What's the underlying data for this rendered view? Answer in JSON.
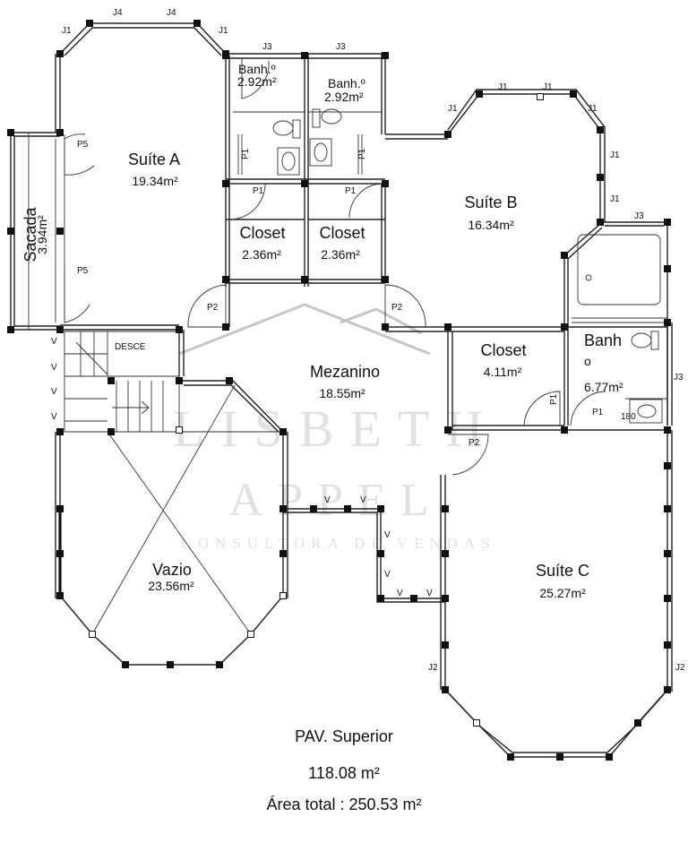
{
  "rooms": {
    "suite_a": {
      "name": "Suíte A",
      "area": "19.34m²"
    },
    "banho_1": {
      "name": "Banh.º",
      "area": "2.92m²"
    },
    "banho_2": {
      "name": "Banh.º",
      "area": "2.92m²"
    },
    "closet_1": {
      "name": "Closet",
      "area": "2.36m²"
    },
    "closet_2": {
      "name": "Closet",
      "area": "2.36m²"
    },
    "suite_b": {
      "name": "Suíte B",
      "area": "16.34m²"
    },
    "sacada": {
      "name": "Sacada",
      "area": "3.94m²"
    },
    "mezanino": {
      "name": "Mezanino",
      "area": "18.55m²"
    },
    "closet_b": {
      "name": "Closet",
      "area": "4.11m²"
    },
    "banho_b": {
      "name": "Banh",
      "suffix": "o",
      "area": "6.77m²"
    },
    "vazio": {
      "name": "Vazio",
      "area": "23.56m²"
    },
    "suite_c": {
      "name": "Suíte C",
      "area": "25.27m²"
    }
  },
  "labels": {
    "j1": "J1",
    "j2": "J2",
    "j3": "J3",
    "j4": "J4",
    "p1": "P1",
    "p2": "P2",
    "p5": "P5",
    "v": "V",
    "desce": "DESCE",
    "tub": "180"
  },
  "watermark": {
    "line1": "LISBETH",
    "line2": "APPEL",
    "line3": "CONSULTORA DE VENDAS"
  },
  "footer": {
    "floor": "PAV. Superior",
    "floor_area": "118.08 m²",
    "total_area": "Área total : 250.53 m²"
  }
}
